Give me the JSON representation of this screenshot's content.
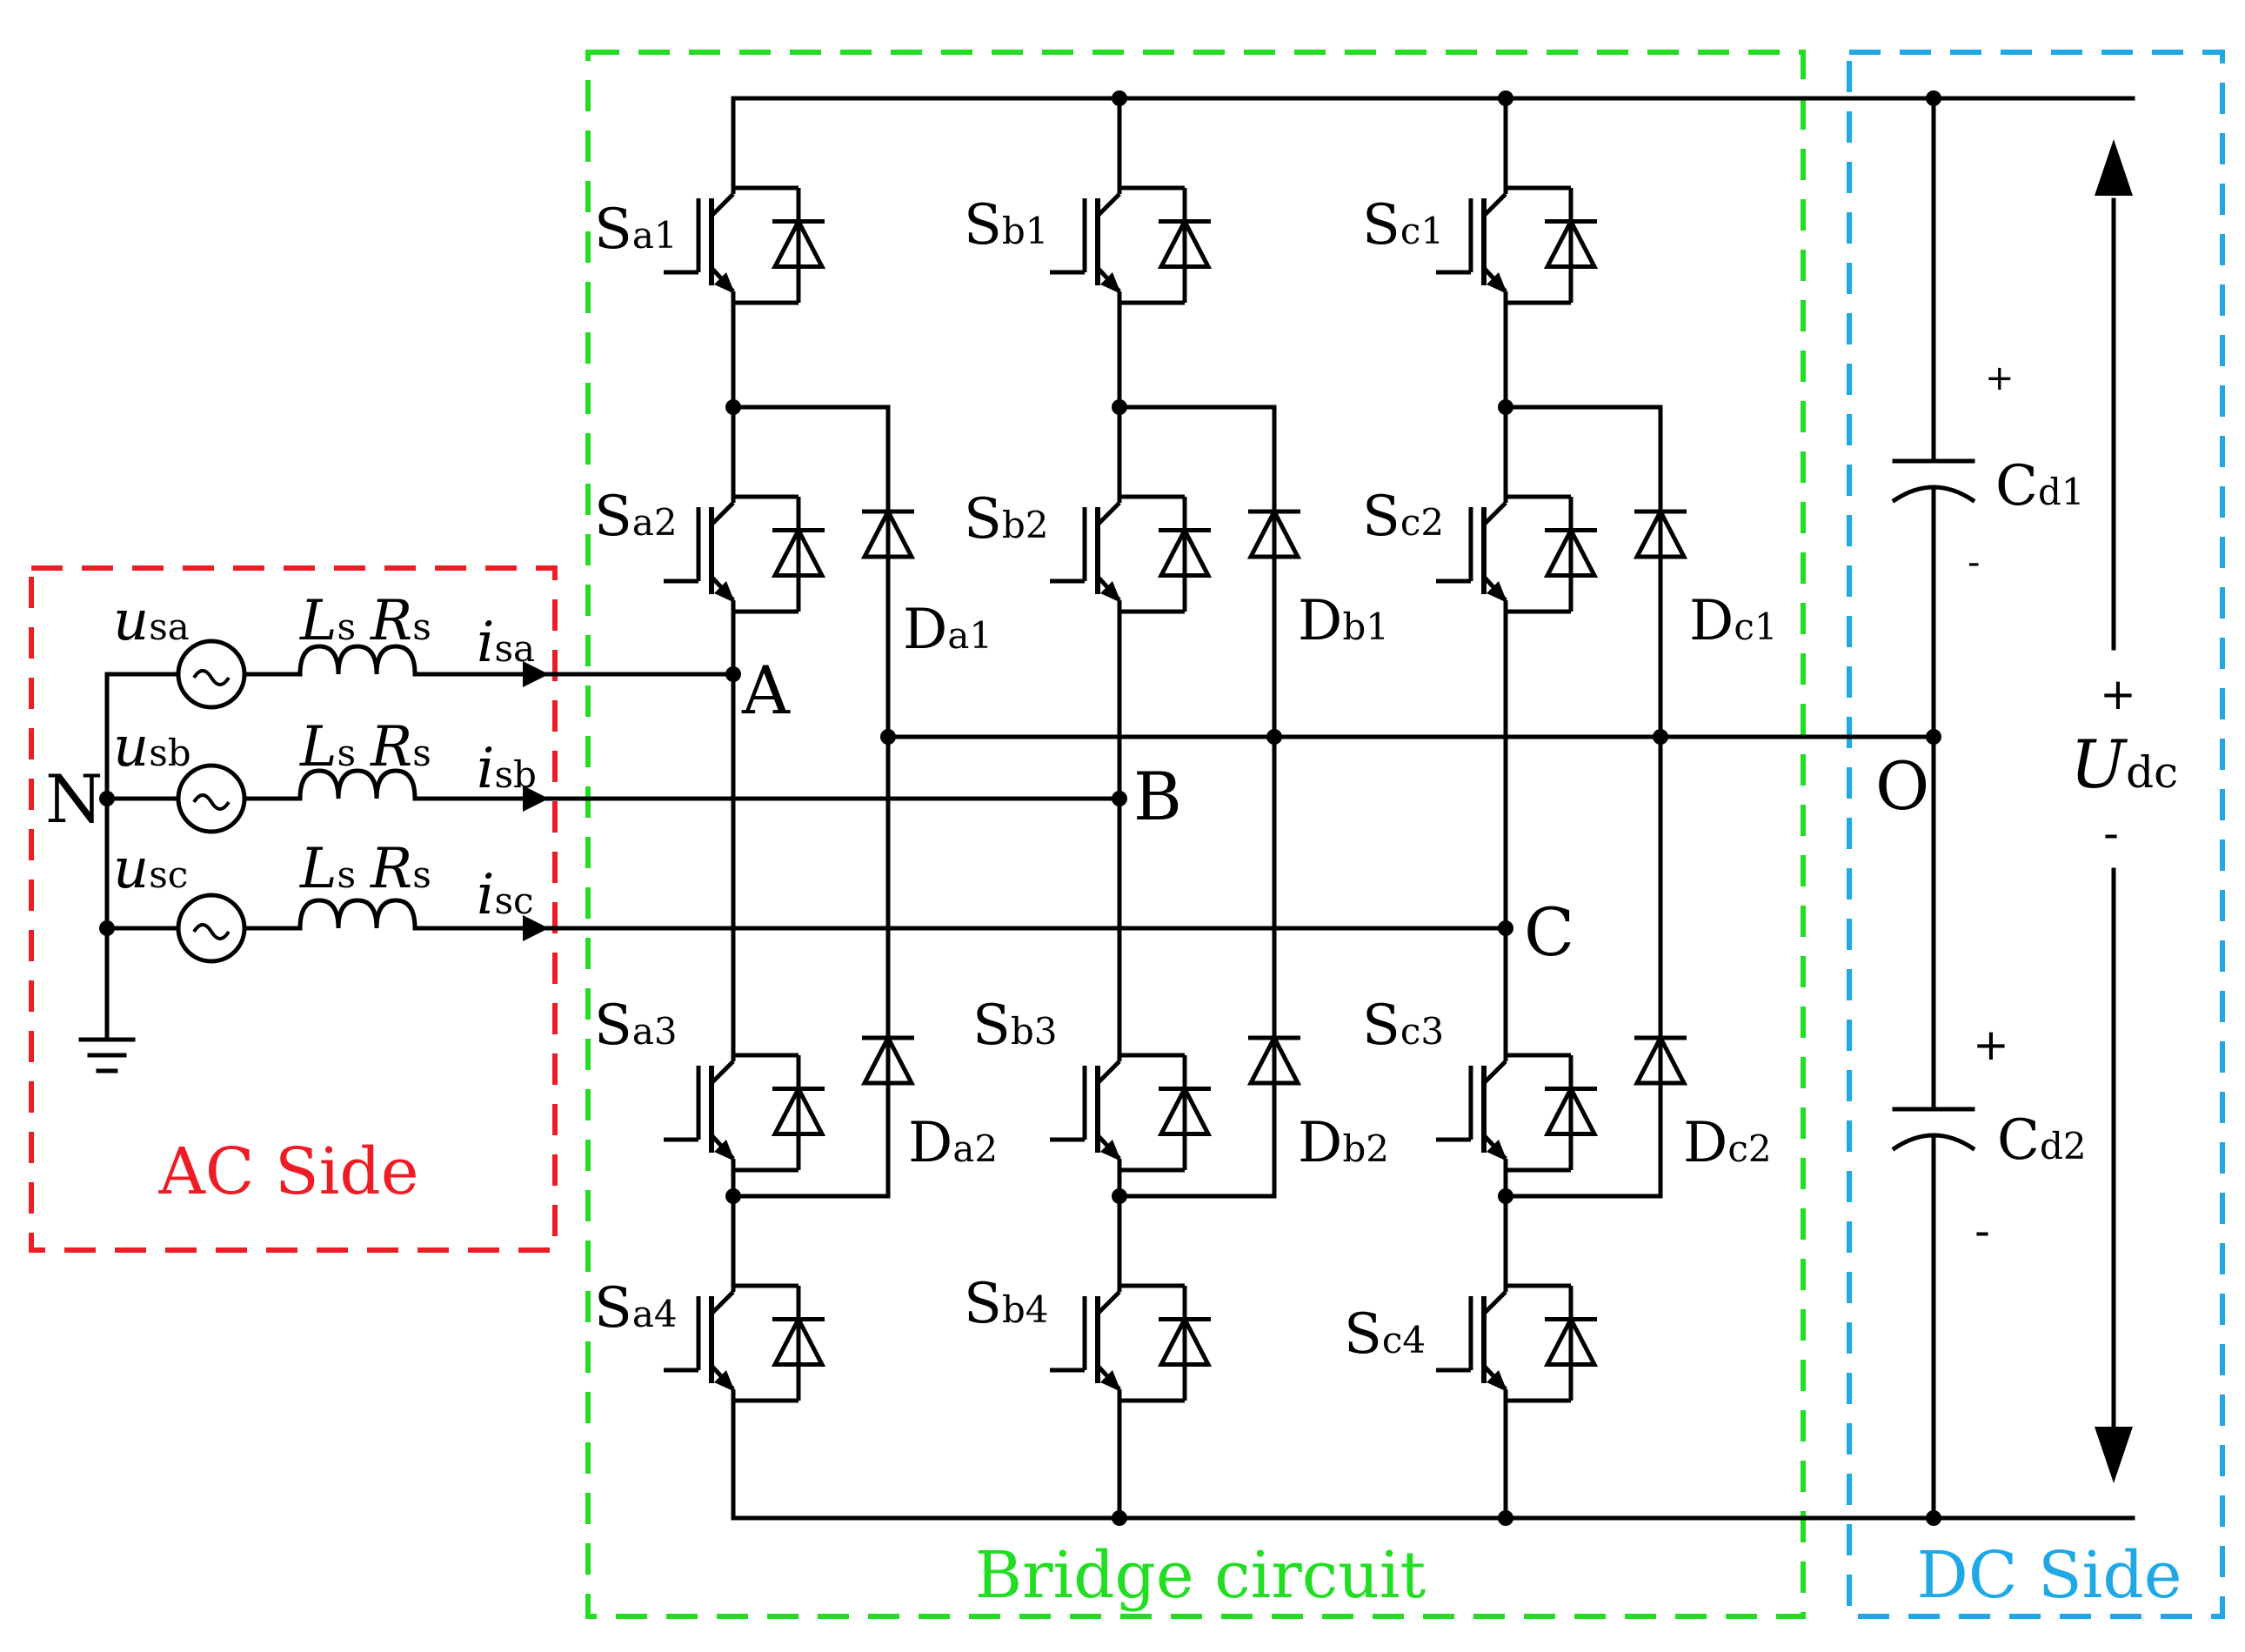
{
  "colors": {
    "ac": "#ee1c25",
    "bridge": "#22dd22",
    "dc": "#1ea8e6",
    "wire": "#000000"
  },
  "regions": {
    "ac_label": "AC Side",
    "bridge_label": "Bridge circuit",
    "dc_label": "DC Side"
  },
  "switches": {
    "a1": "a1",
    "a2": "a2",
    "a3": "a3",
    "a4": "a4",
    "b1": "b1",
    "b2": "b2",
    "b3": "b3",
    "b4": "b4",
    "c1": "c1",
    "c2": "c2",
    "c3": "c3",
    "c4": "c4"
  },
  "clamp_diodes": {
    "a1": "a1",
    "a2": "a2",
    "b1": "b1",
    "b2": "b2",
    "c1": "c1",
    "c2": "c2"
  },
  "nodes": {
    "A": "A",
    "B": "B",
    "C": "C",
    "O": "O",
    "N": "N"
  },
  "sources": {
    "ua": "sa",
    "ub": "sb",
    "uc": "sc",
    "ia": "sa",
    "ib": "sb",
    "ic": "sc",
    "inductor_sub": "s",
    "resistor_sub": "s"
  },
  "dc": {
    "cap1": "d1",
    "cap2": "d2",
    "udc_sub": "dc",
    "plus": "+",
    "minus": "-"
  },
  "symbols": {
    "S": "S",
    "D": "D",
    "C": "C",
    "L": "L",
    "R": "R",
    "u": "u",
    "i": "i",
    "U": "U"
  }
}
